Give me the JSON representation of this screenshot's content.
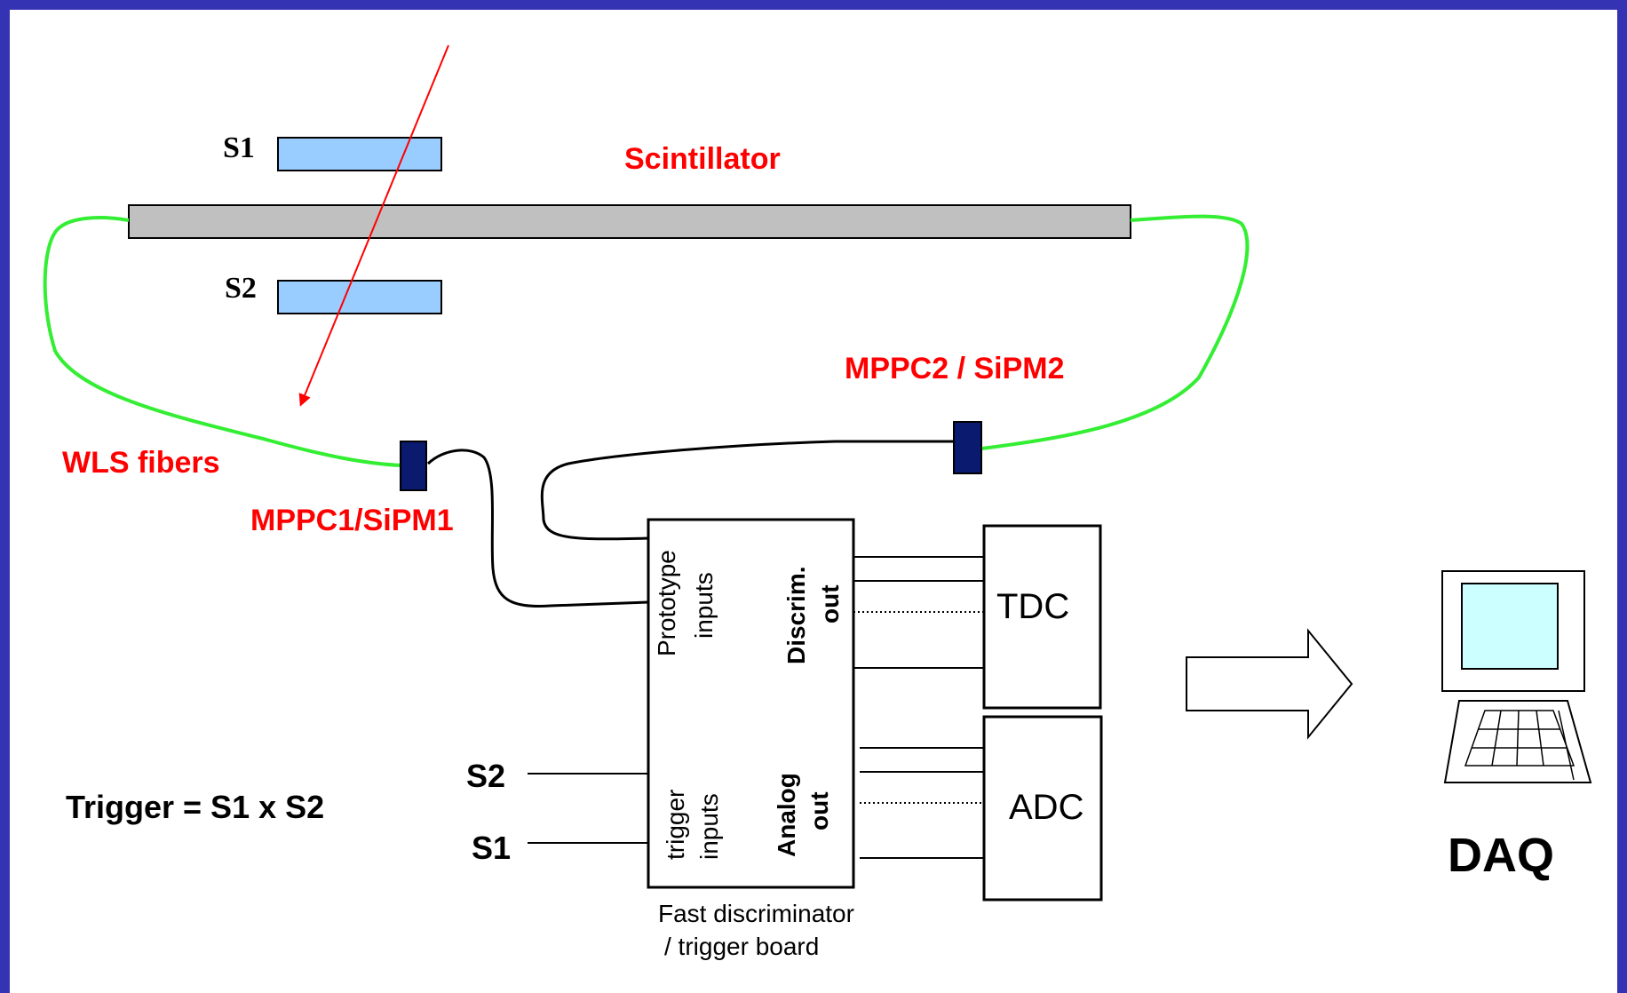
{
  "counters": {
    "s1": "S1",
    "s2": "S2"
  },
  "labels": {
    "scintillator": "Scintillator",
    "wls_fibers": "WLS fibers",
    "mppc1": "MPPC1/SiPM1",
    "mppc2": "MPPC2 / SiPM2",
    "trigger": "Trigger = S1 x S2",
    "daq": "DAQ"
  },
  "board": {
    "prototype_line1": "Prototype",
    "prototype_line2": "inputs",
    "trigger_line1": "trigger",
    "trigger_line2": "inputs",
    "discrim_line1": "Discrim.",
    "discrim_line2": "out",
    "analog_line1": "Analog",
    "analog_line2": "out",
    "caption_line1": "Fast discriminator",
    "caption_line2": "/ trigger   board",
    "in_s2": "S2",
    "in_s1": "S1"
  },
  "modules": {
    "tdc": "TDC",
    "adc": "ADC"
  },
  "colors": {
    "border": "#3333b3",
    "fiber": "#33ee33",
    "particle": "#ff0000",
    "counter": "#99ccff",
    "sipm": "#0a1a6e",
    "screen": "#ccffff"
  }
}
